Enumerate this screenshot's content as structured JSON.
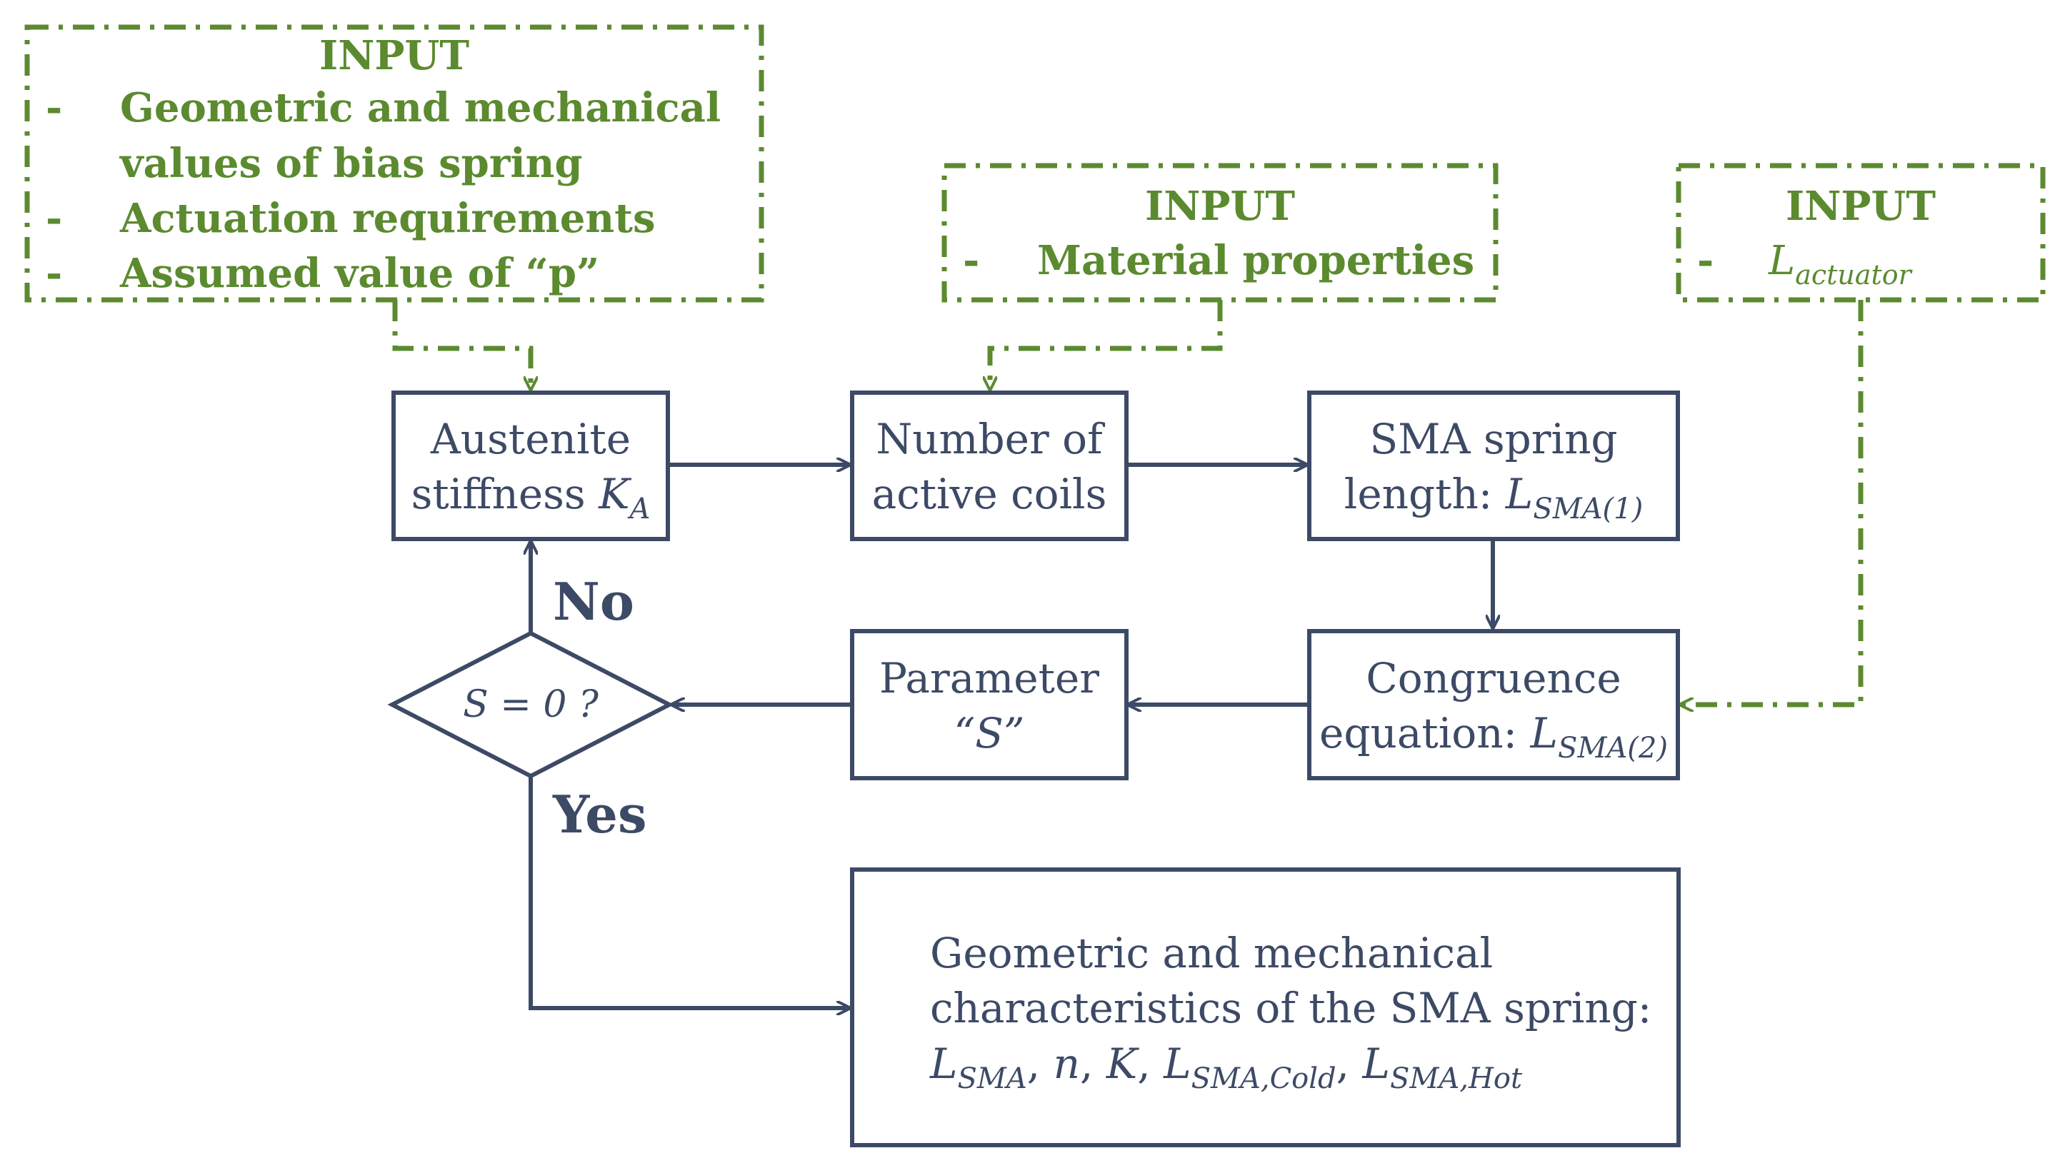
{
  "colors": {
    "process": "#3d4a66",
    "input": "#5b8a2f",
    "background": "#ffffff"
  },
  "inputs": {
    "bias": {
      "title": "INPUT",
      "items": [
        {
          "bullet": "-",
          "lines": [
            "Geometric and mechanical",
            "values of bias spring"
          ]
        },
        {
          "bullet": "-",
          "lines": [
            "Actuation requirements"
          ]
        },
        {
          "bullet": "-",
          "lines": [
            "Assumed value of “p”"
          ]
        }
      ]
    },
    "material": {
      "title": "INPUT",
      "items": [
        {
          "bullet": "-",
          "lines": [
            "Material properties"
          ]
        }
      ]
    },
    "actuator": {
      "title": "INPUT",
      "bullet": "-",
      "symbol": "L",
      "subscript": "actuator"
    }
  },
  "nodes": {
    "austenite": {
      "line1": "Austenite",
      "line2": "stiffness ",
      "symbol": "K",
      "subscript": "A"
    },
    "coils": {
      "line1": "Number of",
      "line2": "active coils"
    },
    "sma_length": {
      "line1": "SMA spring",
      "line2": "length: ",
      "symbol": "L",
      "subscript": "SMA(1)"
    },
    "congruence": {
      "line1": "Congruence",
      "line2": "equation: ",
      "symbol": "L",
      "subscript": "SMA(2)"
    },
    "parameter": {
      "line1": "Parameter",
      "line2": "“S”"
    },
    "decision": {
      "label": "S = 0 ?"
    },
    "output": {
      "line1": "Geometric and mechanical",
      "line2": "characteristics of the SMA spring:",
      "terms": [
        {
          "symbol": "L",
          "subscript": "SMA",
          "sep": ", "
        },
        {
          "symbol": "n",
          "subscript": "",
          "sep": ", "
        },
        {
          "symbol": "K",
          "subscript": "",
          "sep": ", "
        },
        {
          "symbol": "L",
          "subscript": "SMA,Cold",
          "sep": ", "
        },
        {
          "symbol": "L",
          "subscript": "SMA,Hot",
          "sep": ""
        }
      ]
    }
  },
  "labels": {
    "no": "No",
    "yes": "Yes"
  }
}
